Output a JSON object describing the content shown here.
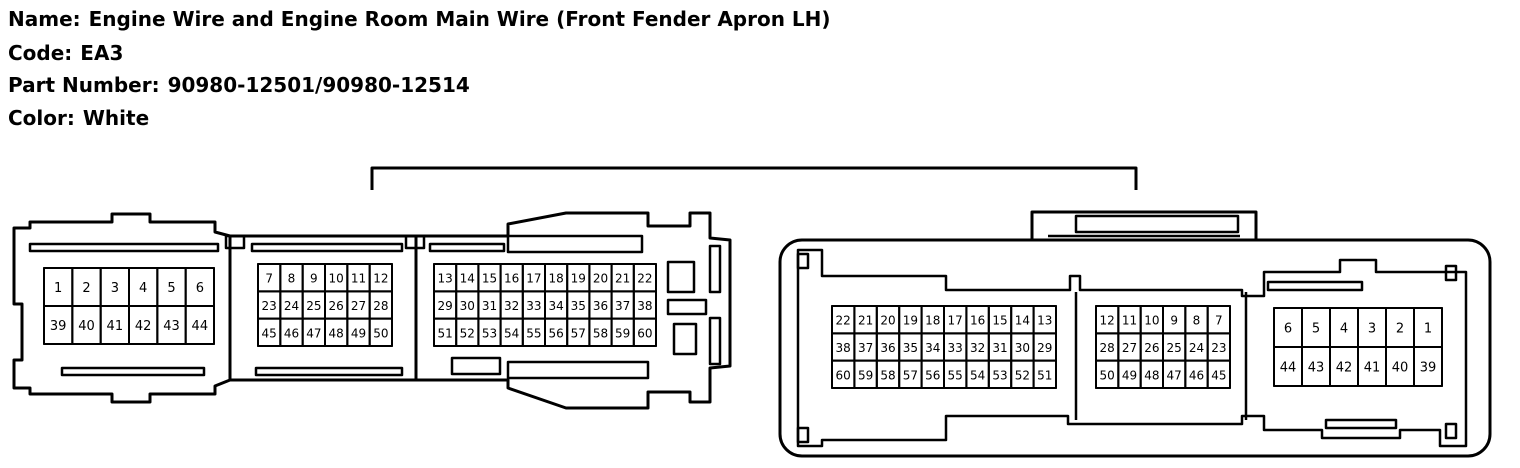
{
  "connector_info": {
    "name_label": "Name:",
    "name_value": "Engine Wire and Engine Room Main Wire (Front Fender Apron LH)",
    "code_label": "Code:",
    "code_value": "EA3",
    "part_label": "Part Number:",
    "part_value": "90980-12501/90980-12514",
    "color_label": "Color:",
    "color_value": "White"
  },
  "left_connector": {
    "blocks": [
      {
        "rows": [
          [
            "1",
            "2",
            "3",
            "4",
            "5",
            "6"
          ],
          [
            "39",
            "40",
            "41",
            "42",
            "43",
            "44"
          ]
        ]
      },
      {
        "rows": [
          [
            "7",
            "8",
            "9",
            "10",
            "11",
            "12"
          ],
          [
            "23",
            "24",
            "25",
            "26",
            "27",
            "28"
          ],
          [
            "45",
            "46",
            "47",
            "48",
            "49",
            "50"
          ]
        ]
      },
      {
        "rows": [
          [
            "13",
            "14",
            "15",
            "16",
            "17",
            "18",
            "19",
            "20",
            "21",
            "22"
          ],
          [
            "29",
            "30",
            "31",
            "32",
            "33",
            "34",
            "35",
            "36",
            "37",
            "38"
          ],
          [
            "51",
            "52",
            "53",
            "54",
            "55",
            "56",
            "57",
            "58",
            "59",
            "60"
          ]
        ]
      }
    ]
  },
  "right_connector": {
    "blocks": [
      {
        "rows": [
          [
            "22",
            "21",
            "20",
            "19",
            "18",
            "17",
            "16",
            "15",
            "14",
            "13"
          ],
          [
            "38",
            "37",
            "36",
            "35",
            "34",
            "33",
            "32",
            "31",
            "30",
            "29"
          ],
          [
            "60",
            "59",
            "58",
            "57",
            "56",
            "55",
            "54",
            "53",
            "52",
            "51"
          ]
        ]
      },
      {
        "rows": [
          [
            "12",
            "11",
            "10",
            "9",
            "8",
            "7"
          ],
          [
            "28",
            "27",
            "26",
            "25",
            "24",
            "23"
          ],
          [
            "50",
            "49",
            "48",
            "47",
            "46",
            "45"
          ]
        ]
      },
      {
        "rows": [
          [
            "6",
            "5",
            "4",
            "3",
            "2",
            "1"
          ],
          [
            "44",
            "43",
            "42",
            "41",
            "40",
            "39"
          ]
        ]
      }
    ]
  }
}
